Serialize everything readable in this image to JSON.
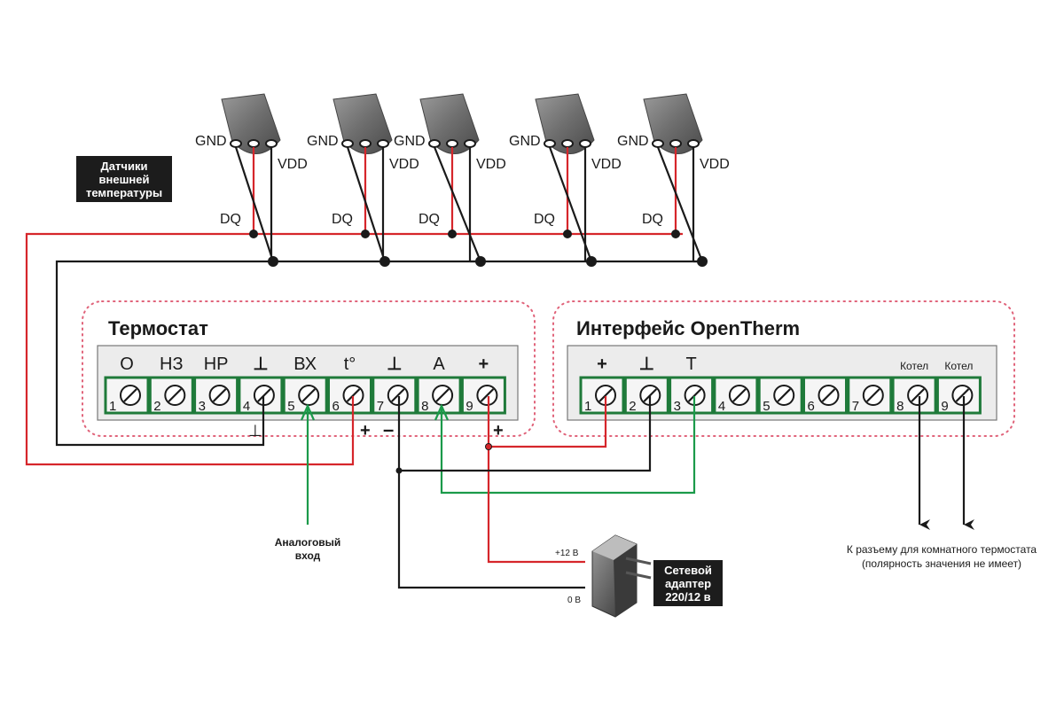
{
  "colors": {
    "red_wire": "#d6262b",
    "black_wire": "#1a1a1a",
    "green_wire": "#1b9a4a",
    "terminal_green": "#1f7a3a",
    "dotted_border": "#e0637a",
    "badge_bg": "#1c1c1c"
  },
  "sensors": {
    "label": "Датчики внешней температуры",
    "label_lines": [
      "Датчики",
      "внешней",
      "температуры"
    ],
    "pin_gnd": "GND",
    "pin_vdd": "VDD",
    "pin_dq": "DQ",
    "count": 5
  },
  "thermostat": {
    "title": "Термостат",
    "terminal_labels": [
      "О",
      "НЗ",
      "НР",
      "⊥",
      "ВХ",
      "t°",
      "⊥",
      "А",
      "+"
    ],
    "terminal_numbers": [
      "1",
      "2",
      "3",
      "4",
      "5",
      "6",
      "7",
      "8",
      "9"
    ],
    "plus_sign": "+",
    "minus_sign": "–",
    "ground_sign": "⊥"
  },
  "opentherm": {
    "title": "Интерфейс OpenTherm",
    "terminal_labels": [
      "+",
      "⊥",
      "Т",
      "",
      "",
      "",
      "",
      "Котел",
      "Котел"
    ],
    "terminal_numbers": [
      "1",
      "2",
      "3",
      "4",
      "5",
      "6",
      "7",
      "8",
      "9"
    ]
  },
  "analog_input": {
    "label_lines": [
      "Аналоговый",
      "вход"
    ]
  },
  "adapter": {
    "label_lines": [
      "Сетевой",
      "адаптер",
      "220/12 в"
    ],
    "plus_label": "+12 В",
    "zero_label": "0 В"
  },
  "room_thermostat": {
    "label_lines": [
      "К разъему для комнатного термостата",
      "(полярность значения не имеет)"
    ]
  }
}
